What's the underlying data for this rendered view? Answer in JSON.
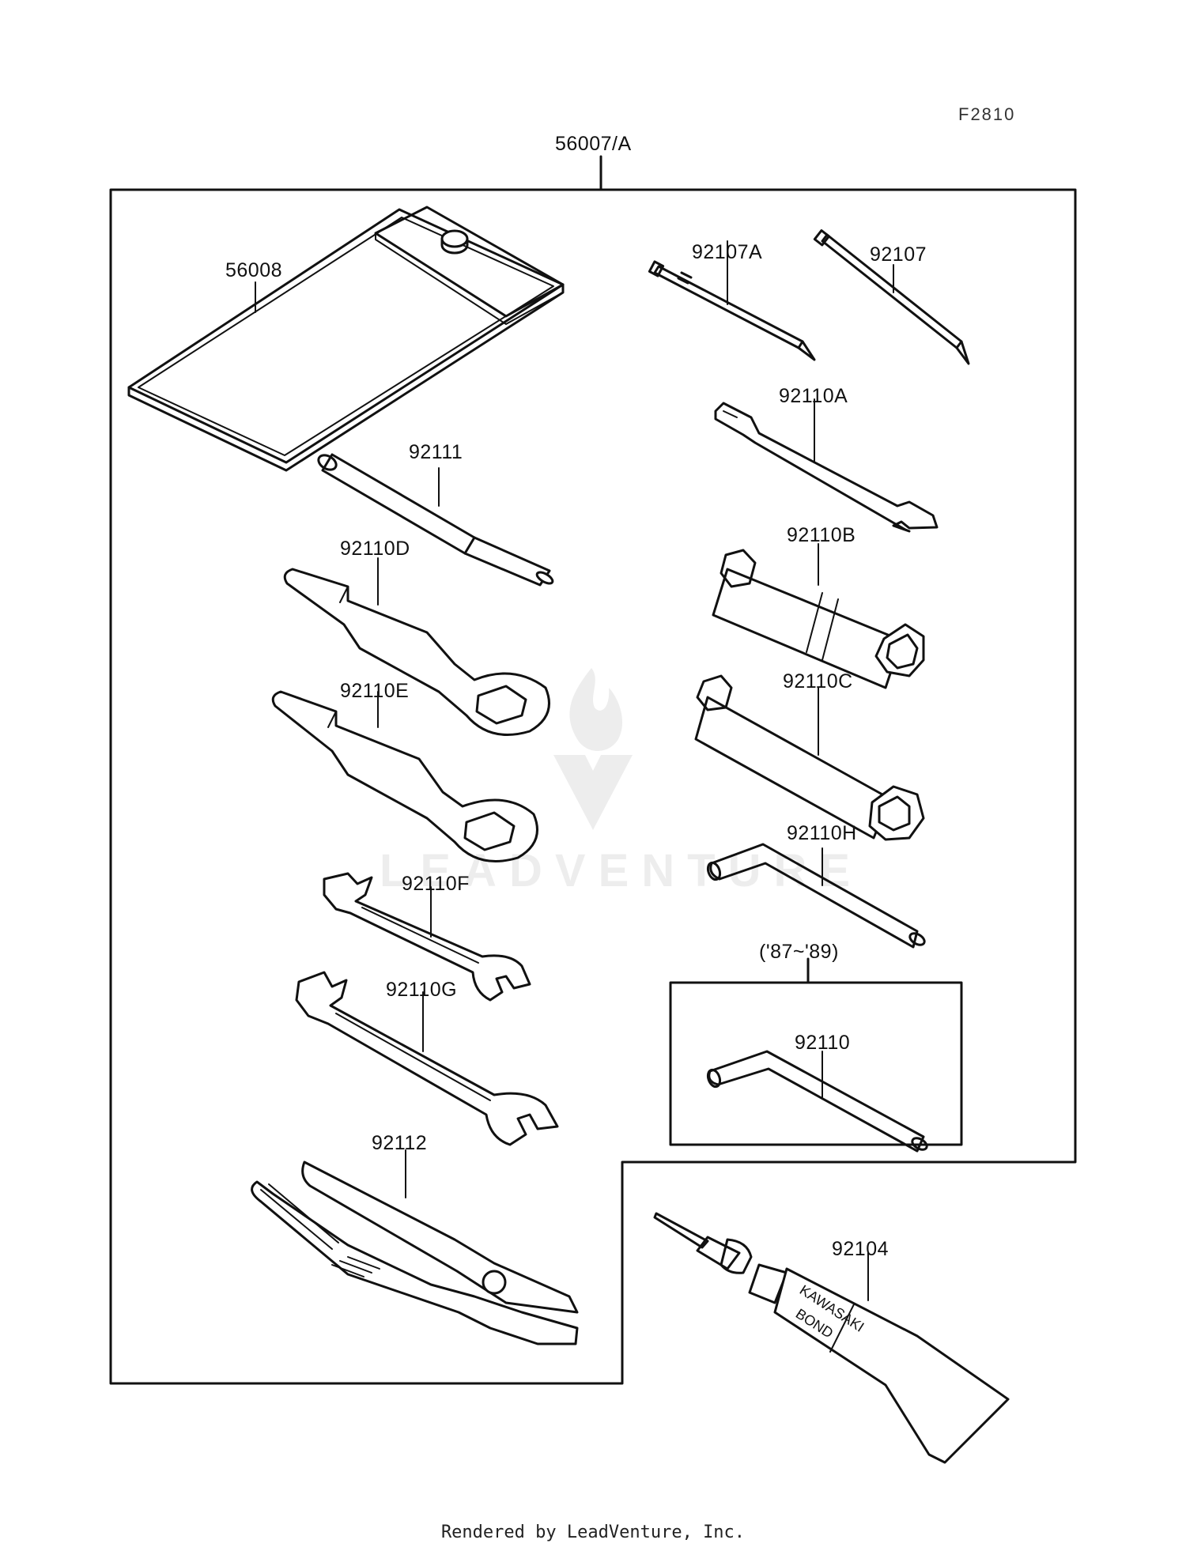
{
  "figure_code": "F2810",
  "assembly_label": "56007/A",
  "variant_note": "('87~'89)",
  "watermark": "LEADVENTURE",
  "footer": "Rendered by LeadVenture, Inc.",
  "parts": {
    "p56008": "56008",
    "p92107A": "92107A",
    "p92107": "92107",
    "p92110A": "92110A",
    "p92111": "92111",
    "p92110B": "92110B",
    "p92110D": "92110D",
    "p92110C": "92110C",
    "p92110E": "92110E",
    "p92110H": "92110H",
    "p92110F": "92110F",
    "p92110G": "92110G",
    "p92110": "92110",
    "p92112": "92112",
    "p92104": "92104"
  },
  "bond_text": [
    "KAWASAKI",
    "BOND"
  ]
}
